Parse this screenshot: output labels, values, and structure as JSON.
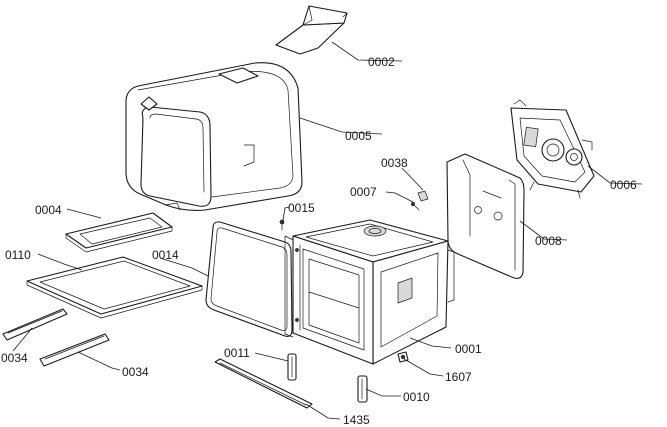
{
  "diagram": {
    "callouts": [
      {
        "id": "p0002",
        "label": "0002"
      },
      {
        "id": "p0005",
        "label": "0005"
      },
      {
        "id": "p0038",
        "label": "0038"
      },
      {
        "id": "p0006",
        "label": "0006"
      },
      {
        "id": "p0007",
        "label": "0007"
      },
      {
        "id": "p0004",
        "label": "0004"
      },
      {
        "id": "p0015",
        "label": "0015"
      },
      {
        "id": "p0008",
        "label": "0008"
      },
      {
        "id": "p0110",
        "label": "0110"
      },
      {
        "id": "p0014",
        "label": "0014"
      },
      {
        "id": "p0034a",
        "label": "0034"
      },
      {
        "id": "p0034b",
        "label": "0034"
      },
      {
        "id": "p0001",
        "label": "0001"
      },
      {
        "id": "p0011",
        "label": "0011"
      },
      {
        "id": "p1607",
        "label": "1607"
      },
      {
        "id": "p0010",
        "label": "0010"
      },
      {
        "id": "p1435",
        "label": "1435"
      }
    ]
  }
}
